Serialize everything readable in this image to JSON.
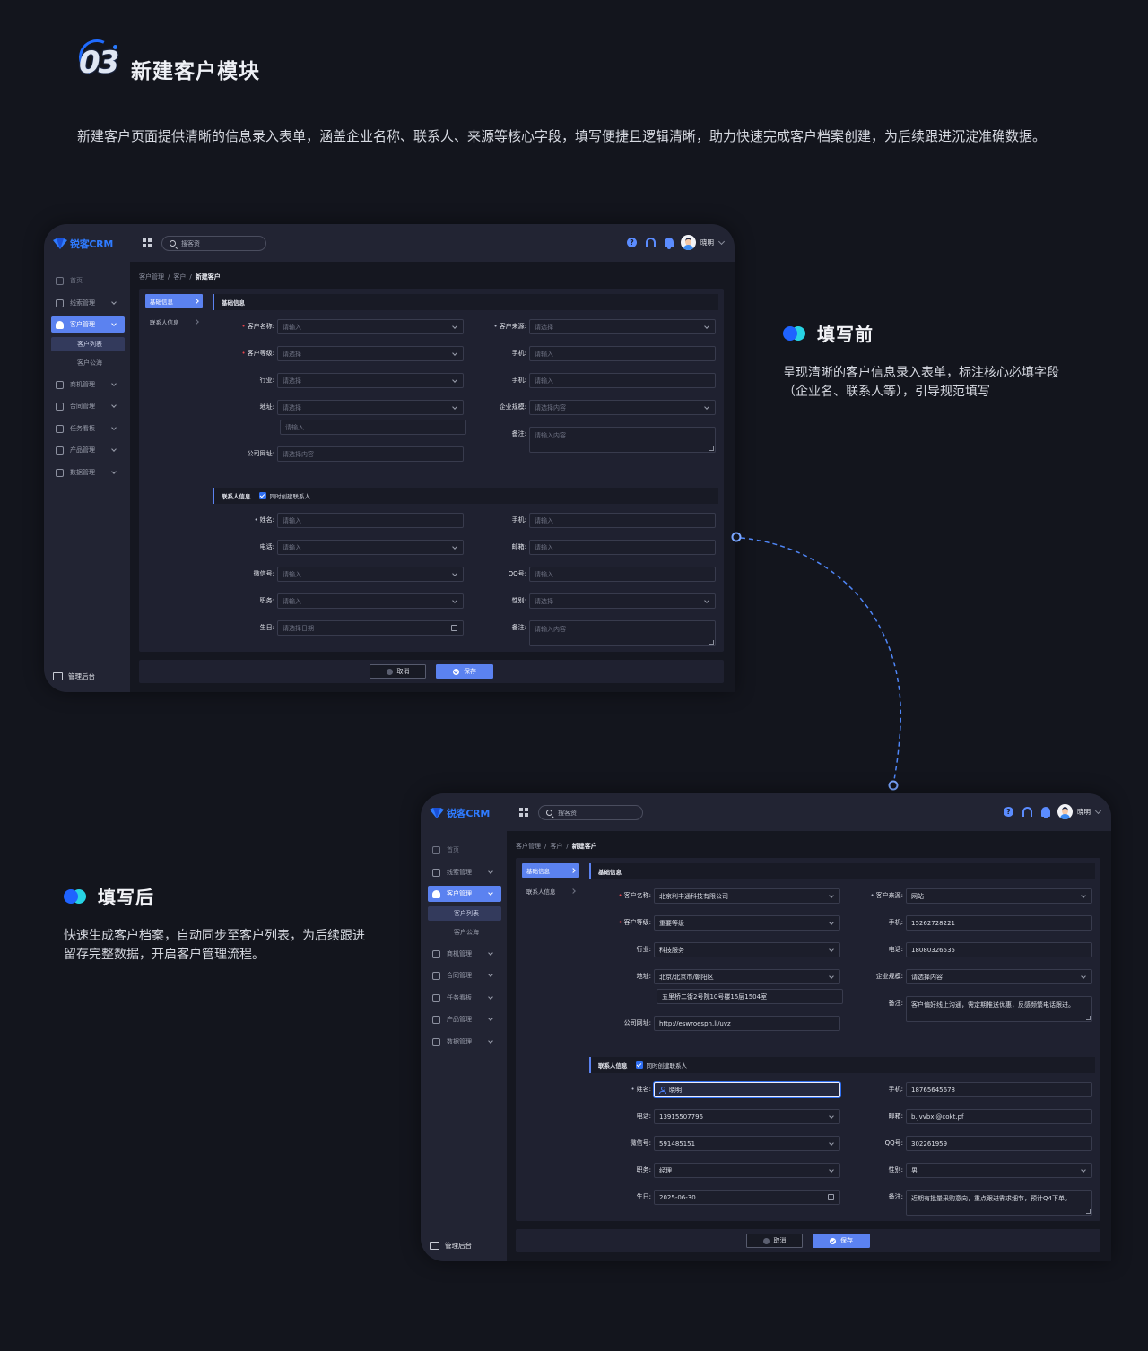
{
  "section": {
    "number": "03",
    "title": "新建客户模块",
    "intro": "新建客户页面提供清晰的信息录入表单，涵盖企业名称、联系人、来源等核心字段，填写便捷且逻辑清晰，助力快速完成客户档案创建，为后续跟进沉淀准确数据。"
  },
  "captions": {
    "before": {
      "title": "填写前",
      "text": "呈现清晰的客户信息录入表单，标注核心必填字段（企业名、联系人等），引导规范填写"
    },
    "after": {
      "title": "填写后",
      "text": "快速生成客户档案，自动同步至客户列表，为后续跟进留存完整数据，开启客户管理流程。"
    }
  },
  "colors": {
    "accent": "#5b82f0",
    "brand": "#2f7bff",
    "connector": "#5b8cff",
    "required": "#e6454d",
    "background": "#13151d"
  },
  "app": {
    "brand": "锐客CRM",
    "search_placeholder": "搜客资",
    "user_name": "晓明",
    "header_icons": [
      "help-icon",
      "headset-icon",
      "bell-icon"
    ],
    "nav": [
      {
        "label": "首页",
        "icon": "home-icon",
        "chevron": false,
        "state": "muted"
      },
      {
        "label": "线索管理",
        "icon": "lightbulb-icon",
        "chevron": true,
        "state": ""
      },
      {
        "label": "客户管理",
        "icon": "users-icon",
        "chevron": true,
        "state": "active"
      },
      {
        "label": "商机管理",
        "icon": "briefcase-icon",
        "chevron": true,
        "state": ""
      },
      {
        "label": "合同管理",
        "icon": "clipboard-icon",
        "chevron": true,
        "state": ""
      },
      {
        "label": "任务看板",
        "icon": "checklist-icon",
        "chevron": true,
        "state": ""
      },
      {
        "label": "产品管理",
        "icon": "box-icon",
        "chevron": true,
        "state": ""
      },
      {
        "label": "数据管理",
        "icon": "monitor-chart-icon",
        "chevron": true,
        "state": ""
      }
    ],
    "subnav": [
      {
        "label": "客户列表",
        "selected": true
      },
      {
        "label": "客户公海",
        "selected": false
      }
    ],
    "admin_label": "管理后台",
    "breadcrumb": [
      "客户管理",
      "客户",
      "新建客户"
    ],
    "tabs": [
      {
        "label": "基础信息",
        "active": true
      },
      {
        "label": "联系人信息",
        "active": false
      }
    ],
    "basic_section_title": "基础信息",
    "contact_section_title": "联系人信息",
    "contact_checkbox_label": "同时创建联系人",
    "contact_checkbox_checked": true,
    "cancel_label": "取消",
    "save_label": "保存"
  },
  "forms": {
    "before": {
      "basic_left": [
        {
          "label": "客户名称:",
          "required": "red",
          "value": "",
          "placeholder": "请输入",
          "type": "select"
        },
        {
          "label": "客户等级:",
          "required": "red",
          "value": "",
          "placeholder": "请选择",
          "type": "select"
        },
        {
          "label": "行业:",
          "required": "",
          "value": "",
          "placeholder": "请选择",
          "type": "select"
        },
        {
          "label": "地址:",
          "required": "",
          "value": "",
          "placeholder": "请选择",
          "type": "select"
        },
        {
          "label": "",
          "required": "",
          "value": "",
          "placeholder": "请输入",
          "type": "sub"
        },
        {
          "label": "公司网址:",
          "required": "",
          "value": "",
          "placeholder": "请选择内容",
          "type": "text"
        }
      ],
      "basic_right": [
        {
          "label": "客户来源:",
          "required": "soft",
          "value": "",
          "placeholder": "请选择",
          "type": "select"
        },
        {
          "label": "手机:",
          "required": "",
          "value": "",
          "placeholder": "请输入",
          "type": "text"
        },
        {
          "label": "手机:",
          "required": "",
          "value": "",
          "placeholder": "请输入",
          "type": "text"
        },
        {
          "label": "企业规模:",
          "required": "",
          "value": "",
          "placeholder": "请选择内容",
          "type": "select"
        },
        {
          "label": "备注:",
          "required": "",
          "value": "",
          "placeholder": "请输入内容",
          "type": "textarea"
        }
      ],
      "contact_left": [
        {
          "label": "姓名:",
          "required": "soft",
          "value": "",
          "placeholder": "请输入",
          "type": "text"
        },
        {
          "label": "电话:",
          "required": "",
          "value": "",
          "placeholder": "请输入",
          "type": "select"
        },
        {
          "label": "微信号:",
          "required": "",
          "value": "",
          "placeholder": "请输入",
          "type": "select"
        },
        {
          "label": "职务:",
          "required": "",
          "value": "",
          "placeholder": "请输入",
          "type": "select"
        },
        {
          "label": "生日:",
          "required": "",
          "value": "",
          "placeholder": "请选择日期",
          "type": "date"
        }
      ],
      "contact_right": [
        {
          "label": "手机:",
          "required": "",
          "value": "",
          "placeholder": "请输入",
          "type": "text"
        },
        {
          "label": "邮箱:",
          "required": "",
          "value": "",
          "placeholder": "请输入",
          "type": "text"
        },
        {
          "label": "QQ号:",
          "required": "",
          "value": "",
          "placeholder": "请输入",
          "type": "text"
        },
        {
          "label": "性别:",
          "required": "",
          "value": "",
          "placeholder": "请选择",
          "type": "select"
        },
        {
          "label": "备注:",
          "required": "",
          "value": "",
          "placeholder": "请输入内容",
          "type": "textarea"
        }
      ]
    },
    "after": {
      "basic_left": [
        {
          "label": "客户名称:",
          "required": "red",
          "value": "北京利丰通科技有限公司",
          "placeholder": "请输入",
          "type": "select"
        },
        {
          "label": "客户等级:",
          "required": "red",
          "value": "重要等级",
          "placeholder": "请选择",
          "type": "select"
        },
        {
          "label": "行业:",
          "required": "",
          "value": "科技服务",
          "placeholder": "请选择",
          "type": "select"
        },
        {
          "label": "地址:",
          "required": "",
          "value": "北京/北京市/朝阳区",
          "placeholder": "请选择",
          "type": "select"
        },
        {
          "label": "",
          "required": "",
          "value": "五里桥二街2号院10号楼15层1504室",
          "placeholder": "请输入",
          "type": "sub"
        },
        {
          "label": "公司网址:",
          "required": "",
          "value": "http://eswroespn.li/uvz",
          "placeholder": "请选择内容",
          "type": "text"
        }
      ],
      "basic_right": [
        {
          "label": "客户来源:",
          "required": "soft",
          "value": "网站",
          "placeholder": "请选择",
          "type": "select"
        },
        {
          "label": "手机:",
          "required": "",
          "value": "15262728221",
          "placeholder": "请输入",
          "type": "text"
        },
        {
          "label": "电话:",
          "required": "",
          "value": "18080326535",
          "placeholder": "请输入",
          "type": "text"
        },
        {
          "label": "企业规模:",
          "required": "",
          "value": "请选择内容",
          "placeholder": "请选择内容",
          "type": "select"
        },
        {
          "label": "备注:",
          "required": "",
          "value": "客户偏好线上沟通，需定期推送优惠，反感频繁电话跟进。",
          "placeholder": "请输入内容",
          "type": "textarea"
        }
      ],
      "contact_left": [
        {
          "label": "姓名:",
          "required": "soft",
          "value": "晓明",
          "placeholder": "请输入",
          "type": "focus"
        },
        {
          "label": "电话:",
          "required": "",
          "value": "13915507796",
          "placeholder": "请输入",
          "type": "select"
        },
        {
          "label": "微信号:",
          "required": "",
          "value": "591485151",
          "placeholder": "请输入",
          "type": "select"
        },
        {
          "label": "职务:",
          "required": "",
          "value": "经理",
          "placeholder": "请输入",
          "type": "select"
        },
        {
          "label": "生日:",
          "required": "",
          "value": "2025-06-30",
          "placeholder": "请选择日期",
          "type": "date"
        }
      ],
      "contact_right": [
        {
          "label": "手机:",
          "required": "",
          "value": "18765645678",
          "placeholder": "请输入",
          "type": "text"
        },
        {
          "label": "邮箱:",
          "required": "",
          "value": "b.jvvbxi@cokt.pf",
          "placeholder": "请输入",
          "type": "text"
        },
        {
          "label": "QQ号:",
          "required": "",
          "value": "302261959",
          "placeholder": "请输入",
          "type": "text"
        },
        {
          "label": "性别:",
          "required": "",
          "value": "男",
          "placeholder": "请选择",
          "type": "select"
        },
        {
          "label": "备注:",
          "required": "",
          "value": "近期有批量采购意向，重点跟进需求细节，预计Q4下单。",
          "placeholder": "请输入内容",
          "type": "textarea"
        }
      ]
    }
  }
}
